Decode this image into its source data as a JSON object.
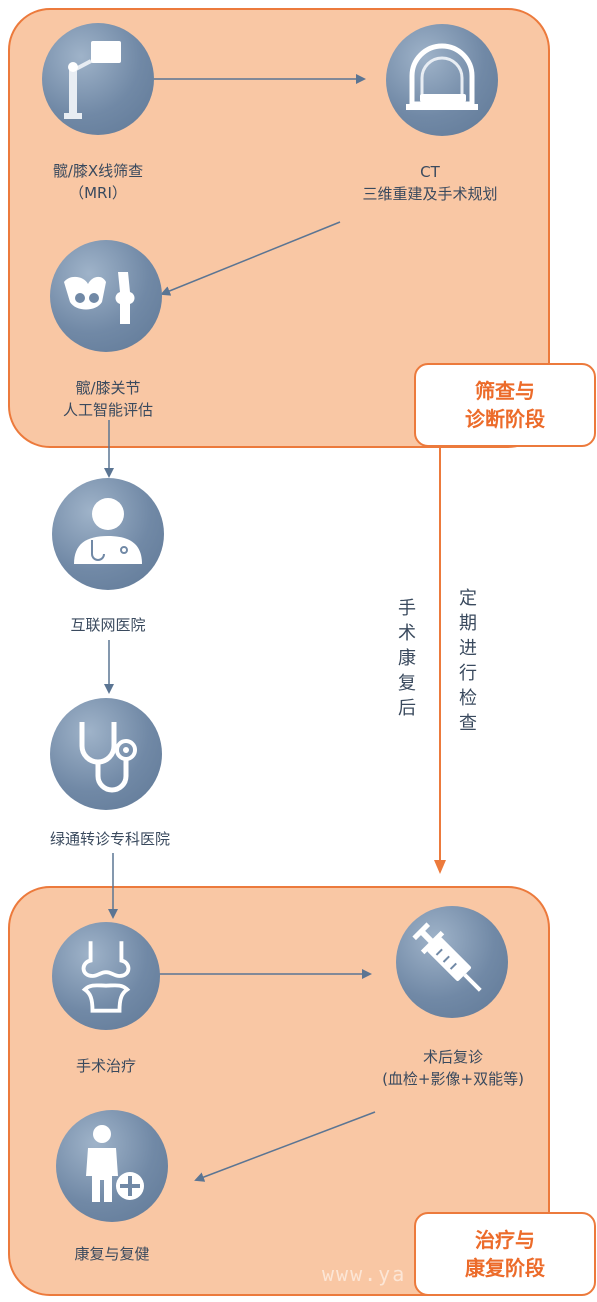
{
  "stages": {
    "screening": {
      "line1": "筛查与",
      "line2": "诊断阶段"
    },
    "treatment": {
      "line1": "治疗与",
      "line2": "康复阶段"
    }
  },
  "nodes": {
    "xray": {
      "icon": "xray-stand-icon",
      "line1": "髋/膝X线筛查",
      "line2": "（MRI）"
    },
    "ct": {
      "icon": "ct-scanner-icon",
      "line1": "CT",
      "line2": "三维重建及手术规划"
    },
    "ai": {
      "icon": "hip-knee-joint-icon",
      "line1": "髋/膝关节",
      "line2": "人工智能评估"
    },
    "internet": {
      "icon": "doctor-icon",
      "line1": "互联网医院"
    },
    "referral": {
      "icon": "stethoscope-icon",
      "line1": "绿通转诊专科医院"
    },
    "surgery": {
      "icon": "knee-bone-icon",
      "line1": "手术治疗"
    },
    "followup": {
      "icon": "syringe-icon",
      "line1": "术后复诊",
      "line2": "(血检+影像+双能等)"
    },
    "rehab": {
      "icon": "person-plus-icon",
      "line1": "康复与复健"
    }
  },
  "side_labels": {
    "post_op": "手术康复后",
    "regular_check": "定期进行检查"
  },
  "watermark": "www.ya",
  "colors": {
    "orange": "#ec7a3c",
    "fill": "#f9c7a4",
    "arrow": "#5b7593",
    "text": "#3a4a5e"
  }
}
